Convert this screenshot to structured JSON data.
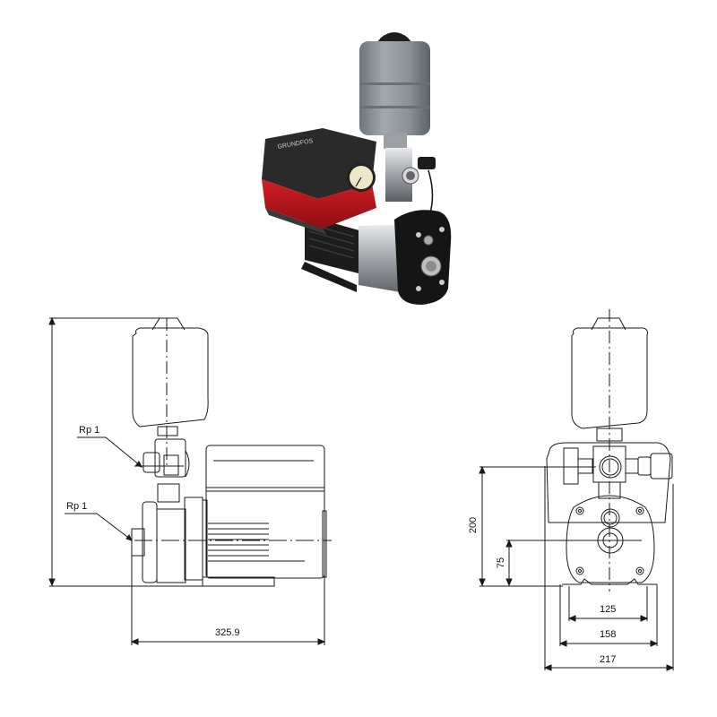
{
  "product_photo": {
    "description": "Booster pump with pressure tank, controller and pressure gauge",
    "colors": {
      "tank": "#8a9096",
      "tank_cap": "#1e1e1e",
      "controller_top": "#2a2a2a",
      "controller_red": "#c0161c",
      "motor": "#1c1c1c",
      "steel": "#b8bcc0",
      "end_cover": "#151515"
    }
  },
  "side_view": {
    "connection_labels": [
      "Rp 1",
      "Rp 1"
    ],
    "dimensions": {
      "overall_length": "325.9"
    }
  },
  "front_view": {
    "dimensions": {
      "outlet_height": "200",
      "inlet_height": "75",
      "foot_hole_spacing": "125",
      "foot_width": "158",
      "overall_width": "217"
    }
  },
  "line_color": "#1a1a1a"
}
